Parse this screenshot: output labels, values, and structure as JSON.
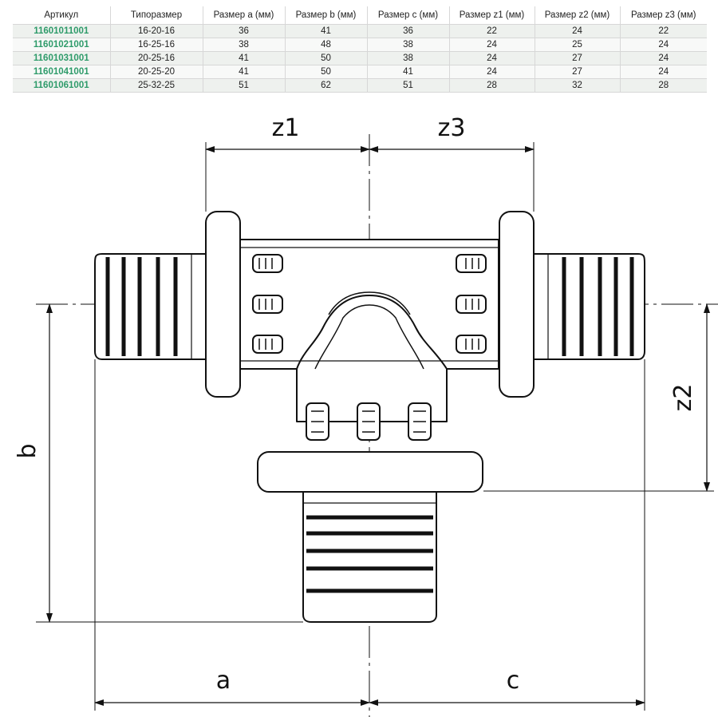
{
  "table": {
    "headers": [
      "Артикул",
      "Типоразмер",
      "Размер a (мм)",
      "Размер b (мм)",
      "Размер c (мм)",
      "Размер z1 (мм)",
      "Размер z2 (мм)",
      "Размер z3 (мм)"
    ],
    "rows": [
      [
        "11601011001",
        "16-20-16",
        "36",
        "41",
        "36",
        "22",
        "24",
        "22"
      ],
      [
        "11601021001",
        "16-25-16",
        "38",
        "48",
        "38",
        "24",
        "25",
        "24"
      ],
      [
        "11601031001",
        "20-25-16",
        "41",
        "50",
        "38",
        "24",
        "27",
        "24"
      ],
      [
        "11601041001",
        "20-25-20",
        "41",
        "50",
        "41",
        "24",
        "27",
        "24"
      ],
      [
        "11601061001",
        "25-32-25",
        "51",
        "62",
        "51",
        "28",
        "32",
        "28"
      ]
    ]
  },
  "drawing": {
    "labels": {
      "z1": "z1",
      "z3": "z3",
      "z2": "z2",
      "a": "a",
      "b": "b",
      "c": "c"
    },
    "colors": {
      "stroke": "#111111",
      "article": "#2e9b6a"
    }
  }
}
